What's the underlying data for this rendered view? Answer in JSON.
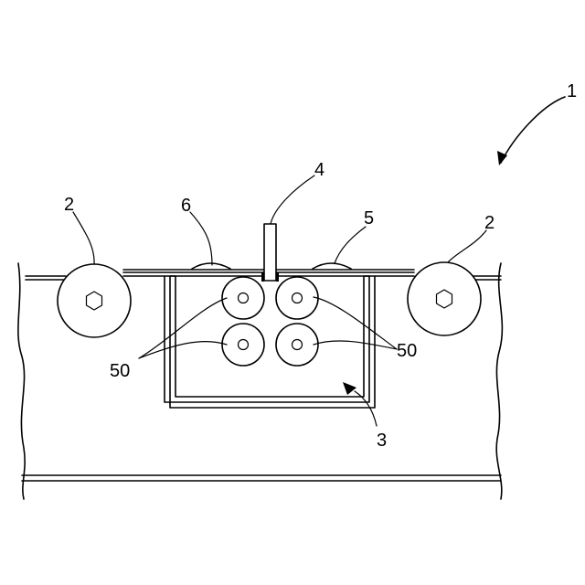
{
  "labels": {
    "assembly": "1",
    "roller_left": "2",
    "roller_right": "2",
    "channel": "3",
    "blade": "4",
    "cover_right": "5",
    "cover_left": "6",
    "pinch_rollers_left": "50",
    "pinch_rollers_right": "50"
  }
}
